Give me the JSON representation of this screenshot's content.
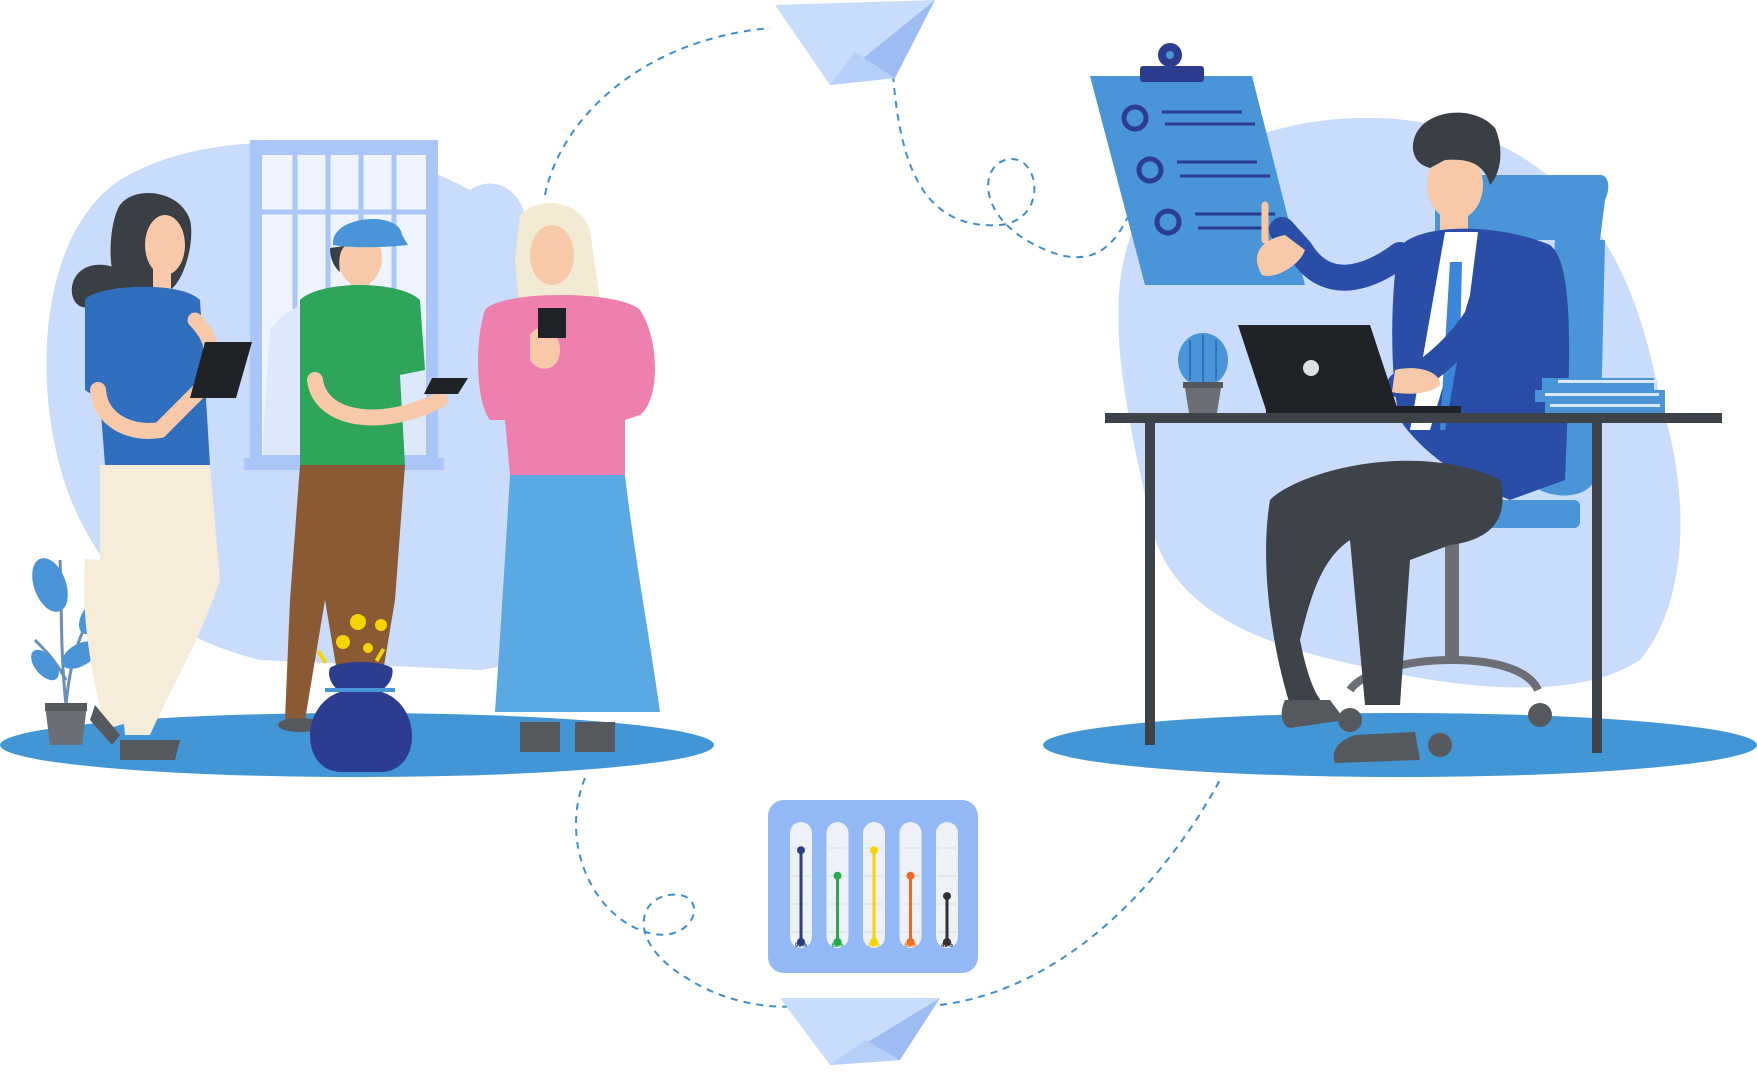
{
  "palette": {
    "background": "#ffffff",
    "blob_light": "#c9dcfb",
    "blob_mid": "#a9c6f7",
    "floor": "#4296d6",
    "accent_blue": "#2f6fbe",
    "navy": "#2c3d8f",
    "dashed_path": "#3f8fd0",
    "plane_light": "#c8dcfc",
    "plane_dark": "#9cbcf3",
    "suit_blue": "#2a4ea8",
    "chair_blue": "#4a94d8",
    "desk_dark": "#3e4349",
    "skin": "#f7c9a8"
  },
  "illustration": {
    "left_group": {
      "people": [
        "woman-with-tablet",
        "man-with-cap-and-phone",
        "woman-in-hijab-with-phone"
      ],
      "props": [
        "window",
        "potted-plant",
        "money-bag-with-coins"
      ]
    },
    "right_group": {
      "people": [
        "businessman-at-desk"
      ],
      "props": [
        "clipboard-checklist",
        "laptop",
        "cactus",
        "stacked-books",
        "office-chair",
        "desk"
      ]
    },
    "flow_icons": [
      "paper-plane-top",
      "paper-plane-bottom"
    ]
  },
  "gauge_card": {
    "background": "#93b8f6",
    "bars": [
      {
        "percent": "90%",
        "level": 0.9,
        "color": "#2b3f80"
      },
      {
        "percent": "65%",
        "level": 0.65,
        "color": "#1fae4b"
      },
      {
        "percent": "90%",
        "level": 0.9,
        "color": "#f5d400"
      },
      {
        "percent": "65%",
        "level": 0.65,
        "color": "#f26a1b"
      },
      {
        "percent": "45%",
        "level": 0.45,
        "color": "#333333"
      }
    ]
  }
}
